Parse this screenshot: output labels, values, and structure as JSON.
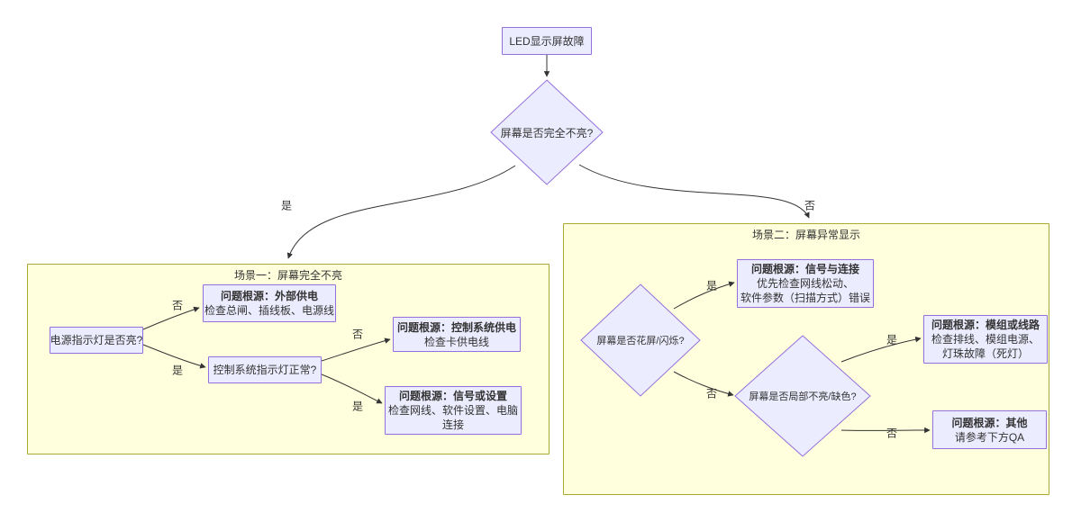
{
  "colors": {
    "node_fill": "#ECECFF",
    "node_border": "#9370DB",
    "group_fill": "#FFFFDE",
    "group_border": "#AAAA33",
    "edge": "#333333"
  },
  "labels": {
    "yes": "是",
    "no": "否"
  },
  "root": {
    "label": "LED显示屏故障"
  },
  "main_decision": {
    "label": "屏幕是否完全不亮?"
  },
  "scene1": {
    "title": "场景一：屏幕完全不亮",
    "power_led": {
      "label": "电源指示灯是否亮?"
    },
    "external_power": {
      "title": "问题根源：外部供电",
      "line1": "检查总闸、插线板、电源线"
    },
    "ctrl_led": {
      "label": "控制系统指示灯正常?"
    },
    "ctrl_power": {
      "title": "问题根源：控制系统供电",
      "line1": "检查卡供电线"
    },
    "signal_setting": {
      "title": "问题根源：信号或设置",
      "line1": "检查网线、软件设置、电脑",
      "line2": "连接"
    }
  },
  "scene2": {
    "title": "场景二：屏幕异常显示",
    "flicker": {
      "label": "屏幕是否花屏/闪烁?"
    },
    "signal_conn": {
      "title": "问题根源：信号与连接",
      "line1": "优先检查网线松动、",
      "line2": "软件参数（扫描方式）错误"
    },
    "partial": {
      "label": "屏幕是否局部不亮/缺色?"
    },
    "module_wiring": {
      "title": "问题根源：模组或线路",
      "line1": "检查排线、模组电源、",
      "line2": "灯珠故障（死灯）"
    },
    "other": {
      "title": "问题根源：其他",
      "line1": "请参考下方QA"
    }
  }
}
